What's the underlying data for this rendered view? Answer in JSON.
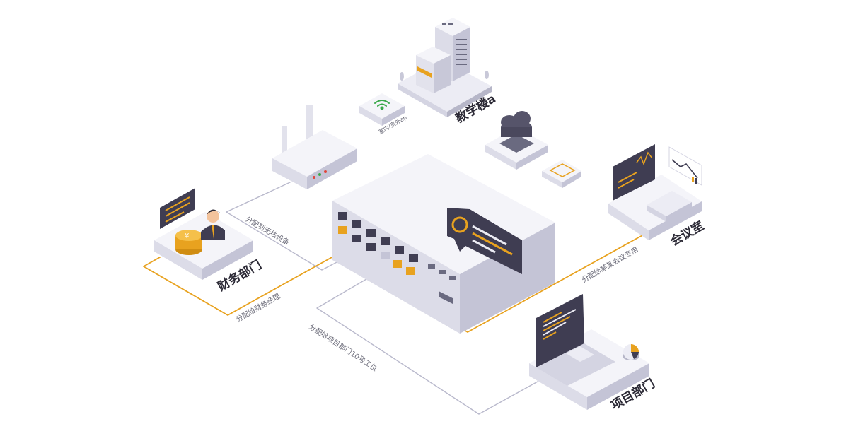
{
  "labels": {
    "building": "教学楼a",
    "ap": "室内/室外ap",
    "finance": "财务部门",
    "meeting": "会议室",
    "project": "项目部门"
  },
  "connections": {
    "wireless": "分配到无线设备",
    "finance_manager": "分配给财务经理",
    "meeting_room": "分配给某某会议专用",
    "project_desks": "分配给项目部门10号工位"
  },
  "colors": {
    "accent": "#e8a21f",
    "line_gray": "#b9b9cc",
    "dark_panel": "#3f3d52",
    "device_light": "#ececf4",
    "device_mid": "#d4d4e2",
    "device_dark": "#b6b6c8"
  },
  "icons": [
    "wifi-icon",
    "cloud-icon",
    "yuan-icon",
    "chart-icon",
    "person-icon",
    "laptop-icon"
  ]
}
